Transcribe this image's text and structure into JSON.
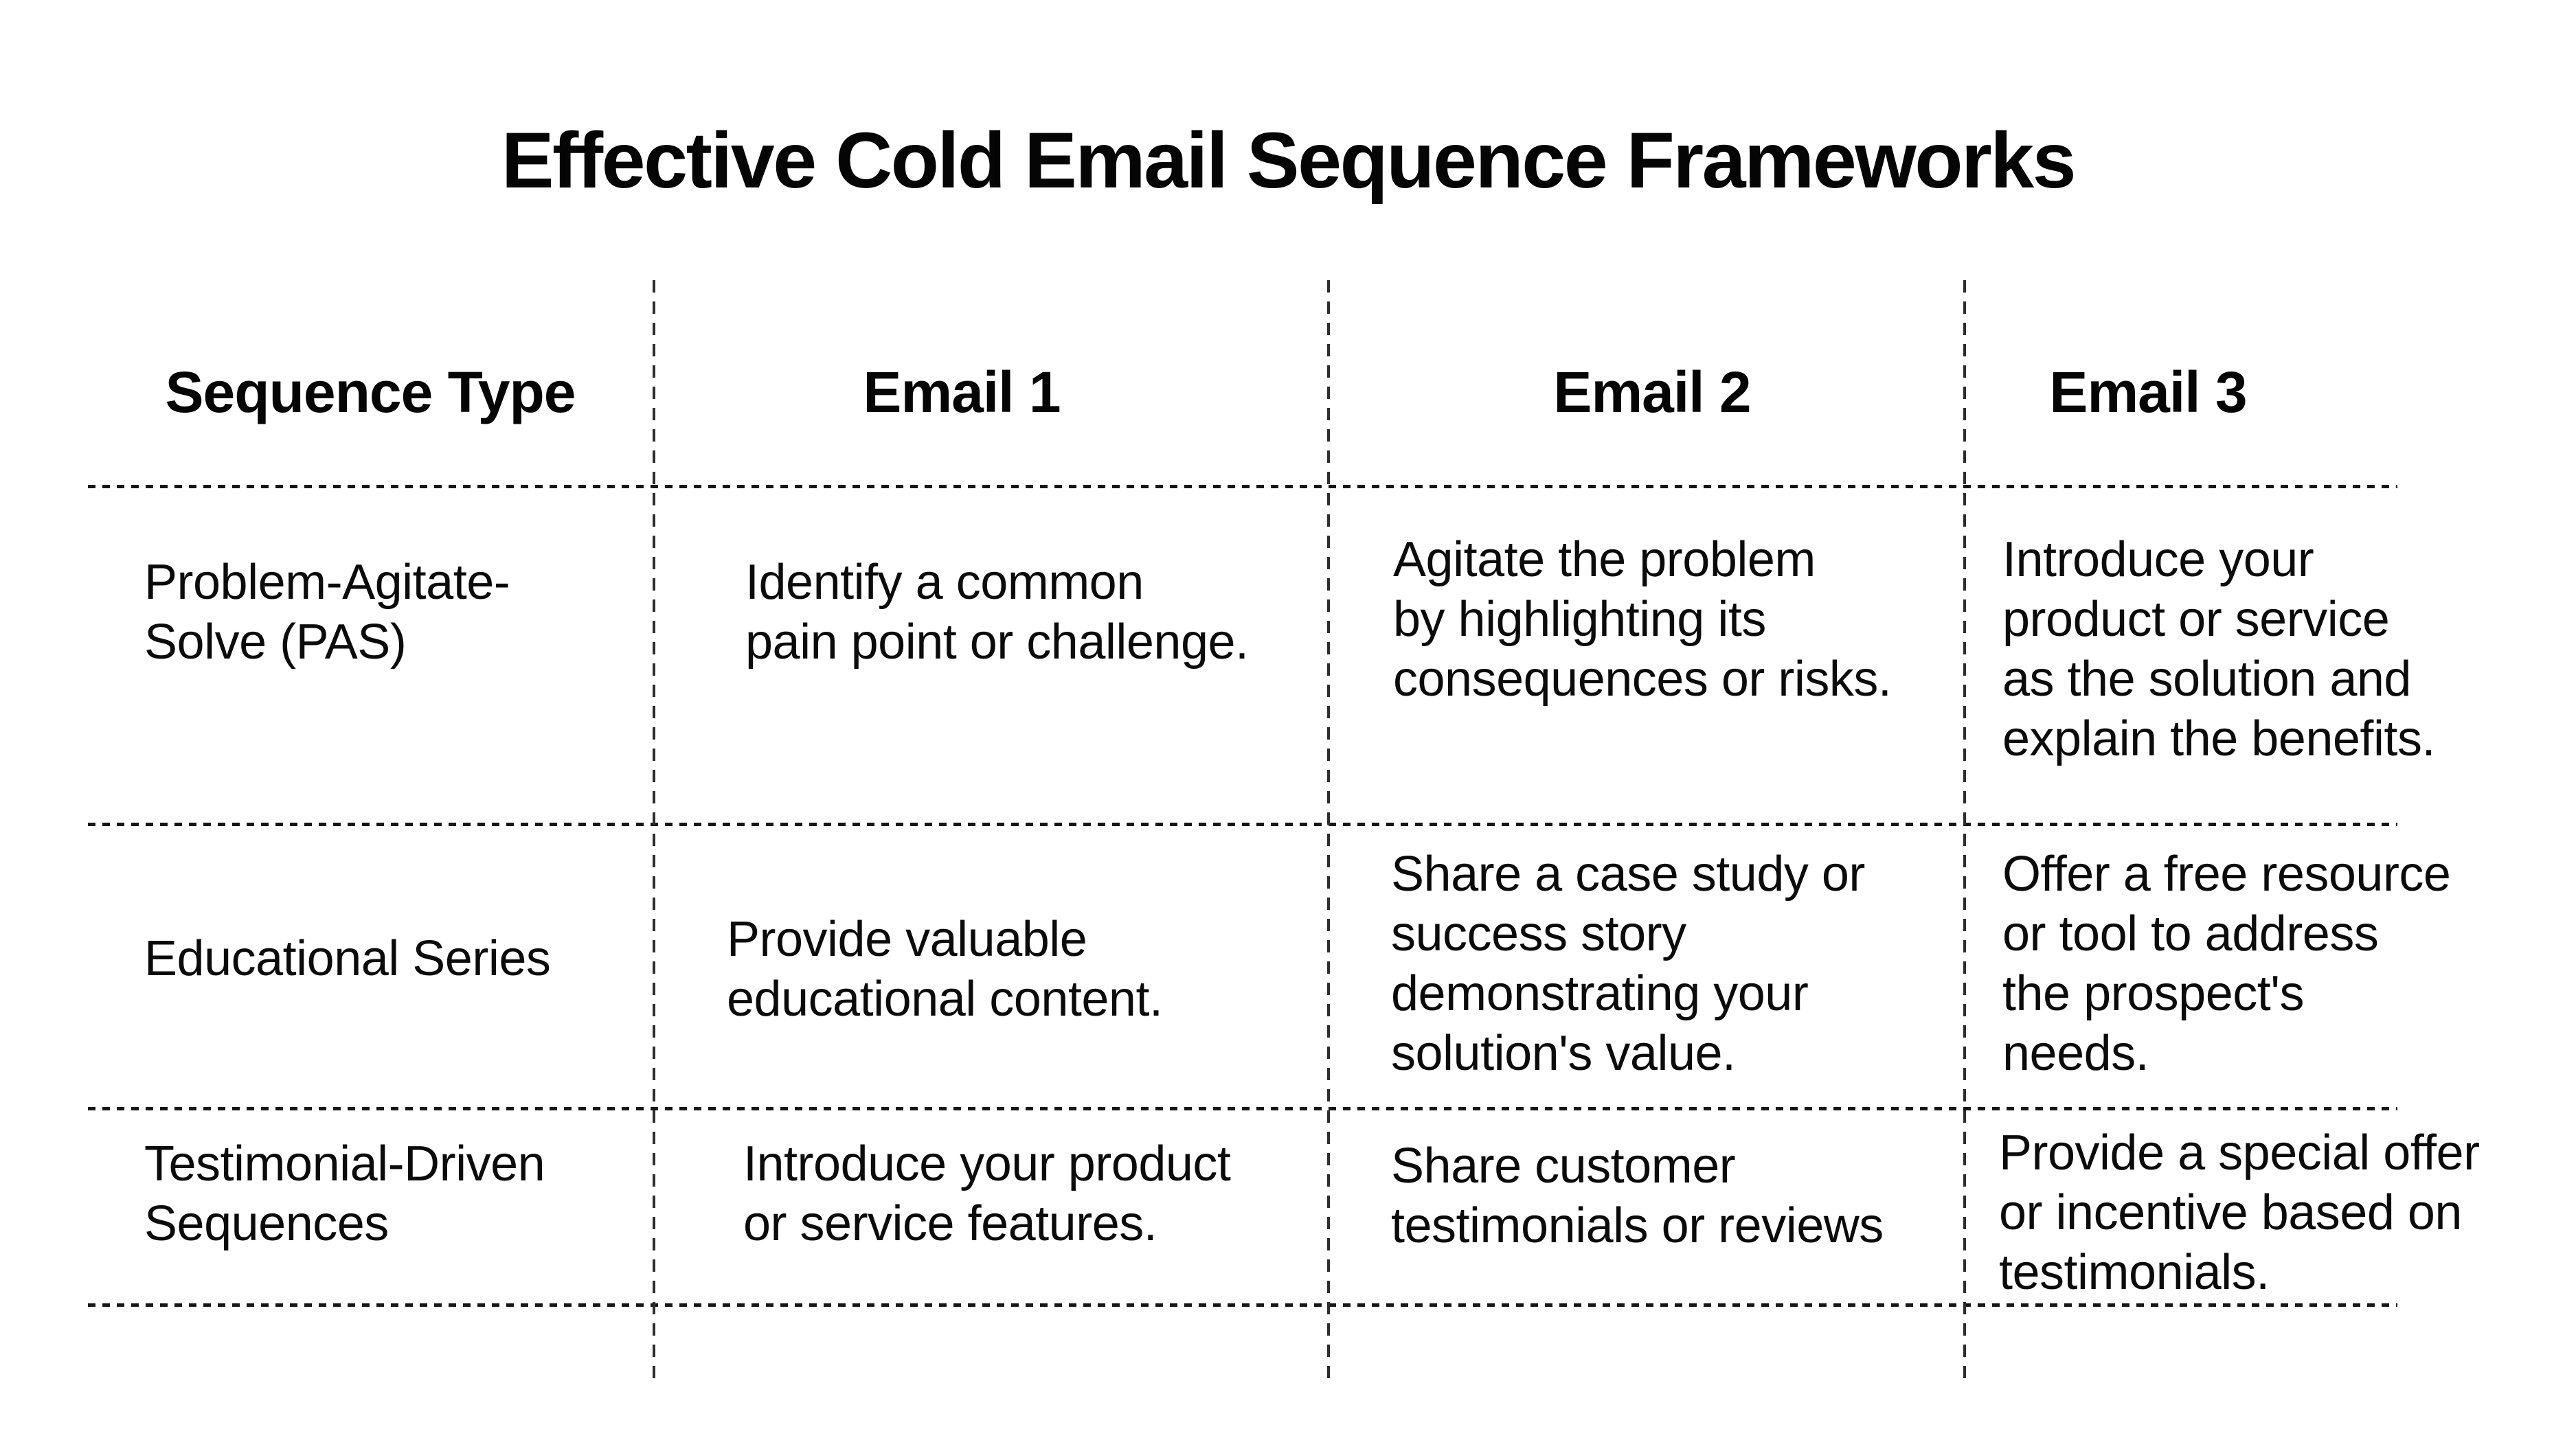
{
  "title": "Effective Cold Email Sequence Frameworks",
  "table": {
    "headers": [
      "Sequence Type",
      "Email 1",
      "Email 2",
      "Email 3"
    ],
    "rows": [
      [
        "Problem-Agitate-\nSolve (PAS)",
        "Identify a common\npain point or challenge.",
        "Agitate the problem\nby highlighting its\nconsequences or risks.",
        "Introduce your\nproduct or service\nas the solution and\nexplain the benefits."
      ],
      [
        "Educational Series",
        "Provide valuable\neducational content.",
        "Share a case study or\nsuccess story\ndemonstrating your\nsolution's value.",
        "Offer a free resource\nor tool to address\nthe prospect's\nneeds."
      ],
      [
        "Testimonial-Driven\nSequences",
        "Introduce your product\nor service features.",
        "Share customer\ntestimonials or reviews",
        "Provide a special offer\nor incentive based on\ntestimonials."
      ]
    ]
  },
  "chart_data": {
    "type": "table",
    "title": "Effective Cold Email Sequence Frameworks",
    "columns": [
      "Sequence Type",
      "Email 1",
      "Email 2",
      "Email 3"
    ],
    "rows": [
      [
        "Problem-Agitate-Solve (PAS)",
        "Identify a common pain point or challenge.",
        "Agitate the problem by highlighting its consequences or risks.",
        "Introduce your product or service as the solution and explain the benefits."
      ],
      [
        "Educational Series",
        "Provide valuable educational content.",
        "Share a case study or success story demonstrating your solution's value.",
        "Offer a free resource or tool to address the prospect's needs."
      ],
      [
        "Testimonial-Driven Sequences",
        "Introduce your product or service features.",
        "Share customer testimonials or reviews",
        "Provide a special offer or incentive based on testimonials."
      ]
    ],
    "layout": {
      "grid": "dashed",
      "legend": "none",
      "header_row": true
    }
  },
  "colors": {
    "background": "#ffffff",
    "text": "#0b0b0b",
    "grid_line": "#2e2e2e"
  }
}
